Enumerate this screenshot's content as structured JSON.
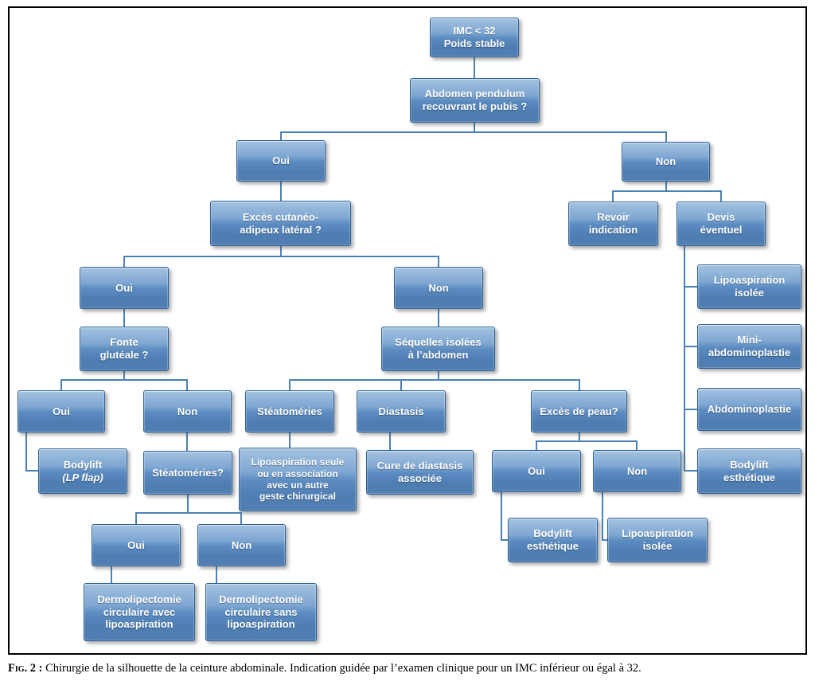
{
  "figure": {
    "caption_label": "Fig. 2 :",
    "caption_text": "Chirurgie de la silhouette de la ceinture abdominale. Indication guidée par l’examen clinique pour un IMC inférieur ou égal à 32."
  },
  "colors": {
    "box_fill_top": "#a3c2e0",
    "box_fill_bottom": "#4d7db2",
    "box_border": "#2d6096",
    "connector": "#4b80b5",
    "frame_border": "#000000",
    "text": "#ffffff"
  },
  "nodes": {
    "imc": {
      "label": "IMC < 32\nPoids stable"
    },
    "abdomen": {
      "label": "Abdomen pendulum\nrecouvrant le pubis ?"
    },
    "oui1": {
      "label": "Oui"
    },
    "non1": {
      "label": "Non"
    },
    "exces_lateral": {
      "label": "Excès cutanéo-\nadipeux latéral ?"
    },
    "revoir": {
      "label": "Revoir\nindication"
    },
    "devis": {
      "label": "Devis\néventuel"
    },
    "lipo_isolee_droite": {
      "label": "Lipoaspiration\nisolée"
    },
    "mini_abdo": {
      "label": "Mini-\nabdominoplastie"
    },
    "abdominoplastie": {
      "label": "Abdominoplastie"
    },
    "bodylift_esth_droit": {
      "label": "Bodylift\nesthétique"
    },
    "oui2": {
      "label": "Oui"
    },
    "non2": {
      "label": "Non"
    },
    "fonte": {
      "label": "Fonte\nglutéale ?"
    },
    "sequelles": {
      "label": "Séquelles isolées\nà l’abdomen"
    },
    "oui3": {
      "label": "Oui"
    },
    "non3": {
      "label": "Non"
    },
    "steatomeries": {
      "label": "Stéatoméries"
    },
    "diastasis": {
      "label": "Diastasis"
    },
    "exces_peau": {
      "label": "Excès de peau?"
    },
    "bodylift_lp": {
      "label": "Bodylift",
      "sublabel": "(LP flap)"
    },
    "steatomeries_q": {
      "label": "Stéatoméries?"
    },
    "lipo_seule": {
      "label": "Lipoaspiration seule\nou en association\navec un autre\ngeste chirurgical"
    },
    "cure_diastasis": {
      "label": "Cure de diastasis\nassociée"
    },
    "oui4": {
      "label": "Oui"
    },
    "non4": {
      "label": "Non"
    },
    "bodylift_esth_gauche": {
      "label": "Bodylift\nesthétique"
    },
    "lipo_isolee_gauche": {
      "label": "Lipoaspiration\nisolée"
    },
    "oui5": {
      "label": "Oui"
    },
    "non5": {
      "label": "Non"
    },
    "dermo_avec": {
      "label": "Dermolipectomie\ncirculaire avec\nlipoaspiration"
    },
    "dermo_sans": {
      "label": "Dermolipectomie\ncirculaire sans\nlipoaspiration"
    }
  }
}
